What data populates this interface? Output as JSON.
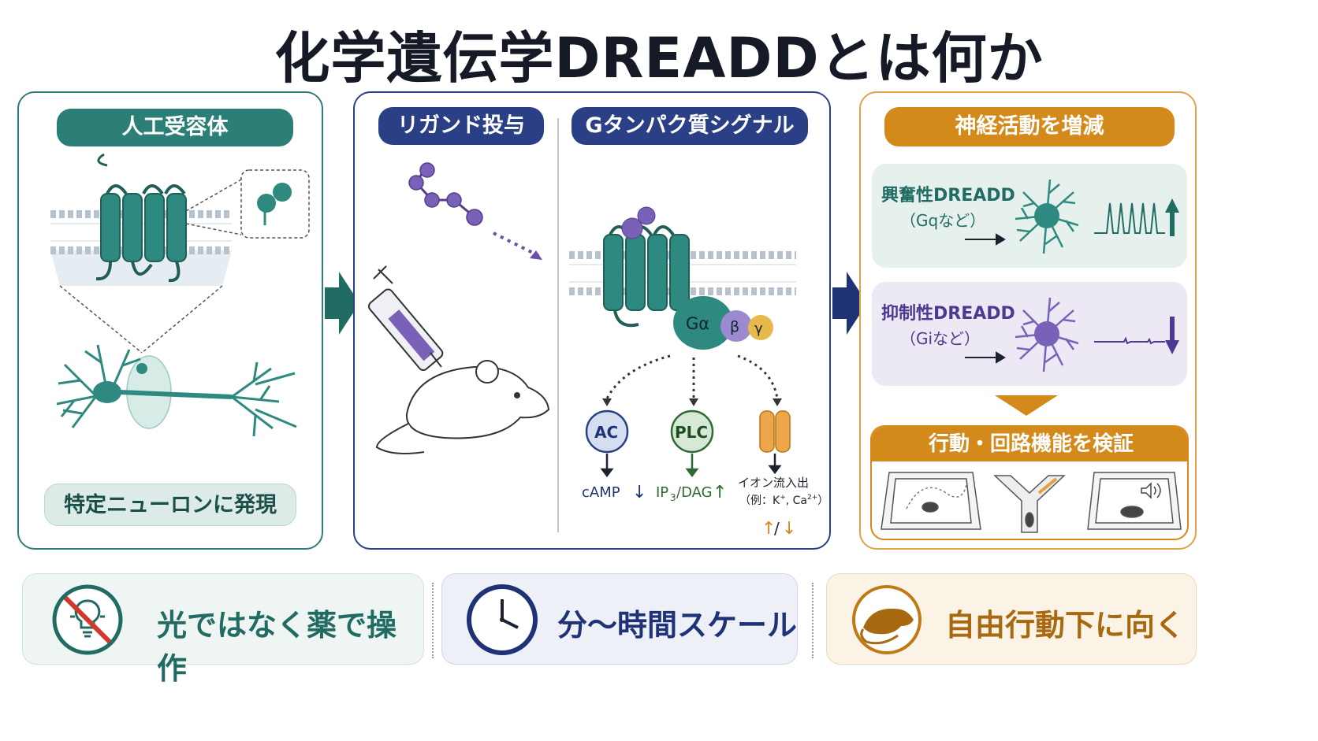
{
  "title": "化学遺伝学DREADDとは何か",
  "panel1": {
    "header": "人工受容体",
    "footer": "特定ニューロンに発現"
  },
  "panel2": {
    "header_left": "リガンド投与",
    "header_right": "Gタンパク質シグナル",
    "g_alpha": "Gα",
    "g_beta": "β",
    "g_gamma": "γ",
    "ac": "AC",
    "plc": "PLC",
    "camp": "cAMP",
    "ip3": "IP",
    "ip3_sub": "3",
    "dag": "/DAG",
    "ion_line1": "イオン流入出",
    "ion_line2": "（例：K",
    "ion_sup1": "+",
    "ion_mid": ", Ca",
    "ion_sup2": "2+",
    "ion_end": "）",
    "slash": "/"
  },
  "panel3": {
    "header": "神経活動を増減",
    "excitatory_title": "興奮性DREADD",
    "excitatory_sub": "（Gqなど）",
    "inhibitory_title": "抑制性DREADD",
    "inhibitory_sub": "（Giなど）",
    "verify_header": "行動・回路機能を検証"
  },
  "bottom": {
    "item1": "光ではなく薬で操作",
    "item2": "分〜時間スケール",
    "item3": "自由行動下に向く"
  },
  "colors": {
    "teal": "#2b7f76",
    "teal_dark": "#206b62",
    "navy": "#2a3f86",
    "navy_dark": "#1f3275",
    "orange": "#d48a1a",
    "purple": "#6c4fa8"
  }
}
